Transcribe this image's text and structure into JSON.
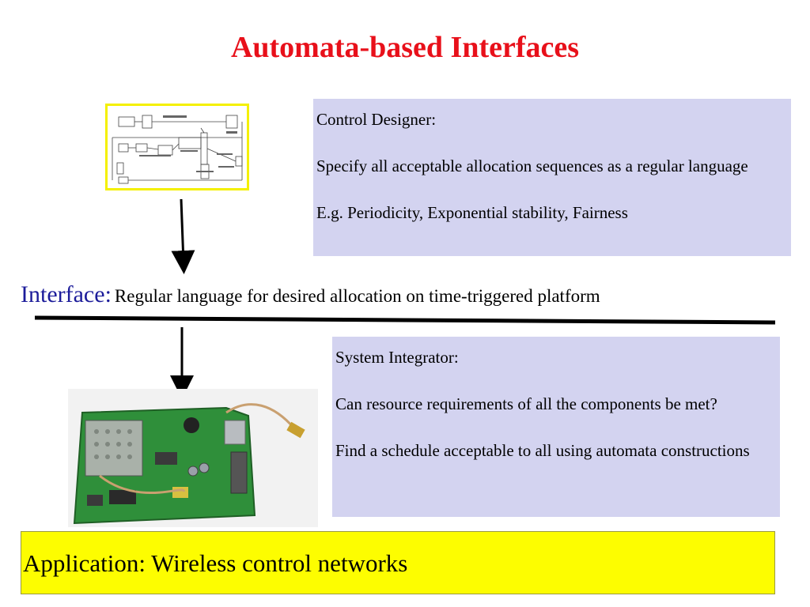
{
  "slide": {
    "title": "Automata-based Interfaces",
    "control_designer": {
      "heading": "Control Designer:",
      "line1": "Specify all acceptable allocation sequences as a regular language",
      "line2": "E.g. Periodicity, Exponential stability, Fairness"
    },
    "interface": {
      "label": "Interface:",
      "text": "Regular language for desired allocation on time-triggered platform"
    },
    "system_integrator": {
      "heading": "System Integrator:",
      "line1": "Can resource requirements of all the components be met?",
      "line2": "Find a schedule acceptable to all using automata constructions"
    },
    "application": {
      "text": "Application: Wireless control networks"
    }
  },
  "colors": {
    "title": "#e8101a",
    "box_bg": "#d3d3f0",
    "interface_label": "#1c1c9a",
    "application_bg": "#fdfd00"
  }
}
